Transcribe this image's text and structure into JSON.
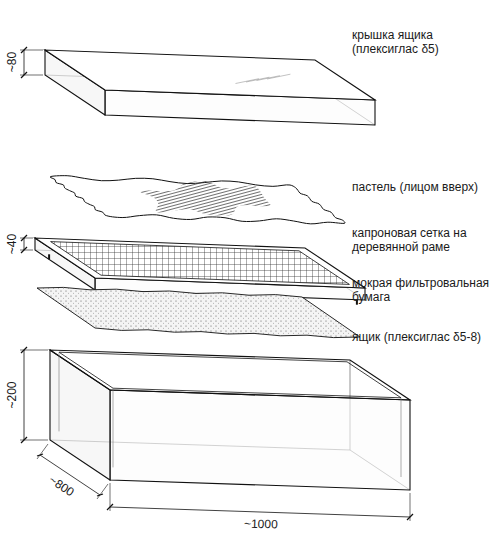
{
  "diagram": {
    "labels": [
      "крышка ящика (плексиглас δ5)",
      "пастель (лицом вверх)",
      "капроновая сетка на деревянной раме",
      "мокрая фильтровальная бумага",
      "ящик (плексиглас δ5-8)",
      "~80",
      "~40",
      "~200",
      "~800",
      "~1000"
    ]
  }
}
